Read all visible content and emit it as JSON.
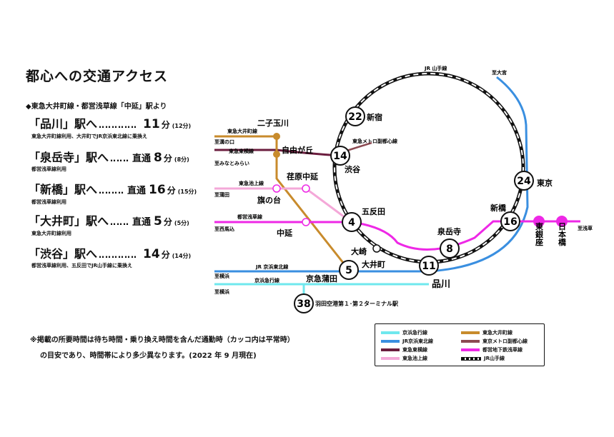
{
  "header": {
    "title": "都心への交通アクセス",
    "subtitle": "◆東急大井町線・都営浅草線「中延」駅より"
  },
  "routes": [
    {
      "station": "「品川」駅へ",
      "dots": "‥‥‥‥‥‥",
      "type": "",
      "minutes": "11",
      "unit": "分",
      "normal": "(12分)",
      "note": "東急大井町線利用、大井町でJR京浜東北線に乗換え"
    },
    {
      "station": "「泉岳寺」駅へ",
      "dots": "‥‥‥",
      "type": "直通",
      "minutes": "8",
      "unit": "分",
      "normal": "(8分)",
      "note": "都営浅草線利用"
    },
    {
      "station": "「新橋」駅へ",
      "dots": "‥‥‥‥",
      "type": "直通",
      "minutes": "16",
      "unit": "分",
      "normal": "(15分)",
      "note": "都営浅草線利用"
    },
    {
      "station": "「大井町」駅へ",
      "dots": "‥‥‥",
      "type": "直通",
      "minutes": "5",
      "unit": "分",
      "normal": "(5分)",
      "note": "東急大井町線利用"
    },
    {
      "station": "「渋谷」駅へ",
      "dots": "‥‥‥‥‥‥",
      "type": "",
      "minutes": "14",
      "unit": "分",
      "normal": "(14分)",
      "note": "都営浅草線利用、五反田でJR山手線に乗換え"
    }
  ],
  "footnote": {
    "line1": "※掲載の所要時間は待ち時間・乗り換え時間を含んだ通勤時（カッコ内は平常時）",
    "line2": "の目安であり、時間帯により多少異なります。(2022 年 9 月現在)"
  },
  "colors": {
    "yamanote": "#111111",
    "keihin_tohoku": "#3a8fe0",
    "keikyu": "#6fe8ee",
    "oimachi": "#c88b2c",
    "toyoko": "#6b1d3e",
    "ikegami": "#f4a8d8",
    "asakusa": "#ee28e6",
    "fukutoshin": "#8b4a52"
  },
  "map": {
    "yamanote_label": "JR 山手線",
    "to_omiya": "至大宮",
    "to_asakusa": "至浅草",
    "to_mizonokuchi": "至溝の口",
    "to_minatomirai": "至みなとみらい",
    "to_kamata": "至蒲田",
    "to_nishimagome": "至西馬込",
    "to_yokohama_1": "至横浜",
    "to_yokohama_2": "至横浜",
    "line_oimachi": "東急大井町線",
    "line_toyoko": "東急東横線",
    "line_ikegami": "東急池上線",
    "line_asakusa": "都営浅草線",
    "line_keihin": "JR 京浜東北線",
    "line_keikyu": "京浜急行線",
    "line_fukutoshin": "東急メトロ副都心線",
    "st_futakotamagawa": "二子玉川",
    "st_jiyugaoka": "自由が丘",
    "st_hatanodai": "旗の台",
    "st_ebarananakanobu": "荏原中延",
    "st_nakanobu": "中延",
    "st_shinjuku": "新宿",
    "st_shibuya": "渋谷",
    "st_tokyo": "東京",
    "st_shinbashi": "新橋",
    "st_gotanda": "五反田",
    "st_sengakuji": "泉岳寺",
    "st_osaki": "大崎",
    "st_oimachi": "大井町",
    "st_shinagawa": "品川",
    "st_keikyukamata": "京急蒲田",
    "st_higashiginza": "東銀座",
    "st_nihonbashi": "日本橋",
    "st_haneda": "羽田空港第１･第２ターミナル駅",
    "badge_shinjuku": "22",
    "badge_shibuya": "14",
    "badge_tokyo": "24",
    "badge_shinbashi": "16",
    "badge_gotanda": "4",
    "badge_sengakuji": "8",
    "badge_shinagawa": "11",
    "badge_oimachi": "5",
    "badge_haneda": "38"
  },
  "legend": {
    "items": [
      {
        "label": "京浜急行線",
        "color": "#6fe8ee"
      },
      {
        "label": "JR京浜東北線",
        "color": "#3a8fe0"
      },
      {
        "label": "東急東横線",
        "color": "#6b1d3e"
      },
      {
        "label": "東急池上線",
        "color": "#f4a8d8"
      },
      {
        "label": "東急大井町線",
        "color": "#c88b2c"
      },
      {
        "label": "東京メトロ副都心線",
        "color": "#8b4a52"
      },
      {
        "label": "都営地下鉄浅草線",
        "color": "#ee28e6"
      },
      {
        "label": "JR山手線",
        "color": "#111111"
      }
    ]
  }
}
